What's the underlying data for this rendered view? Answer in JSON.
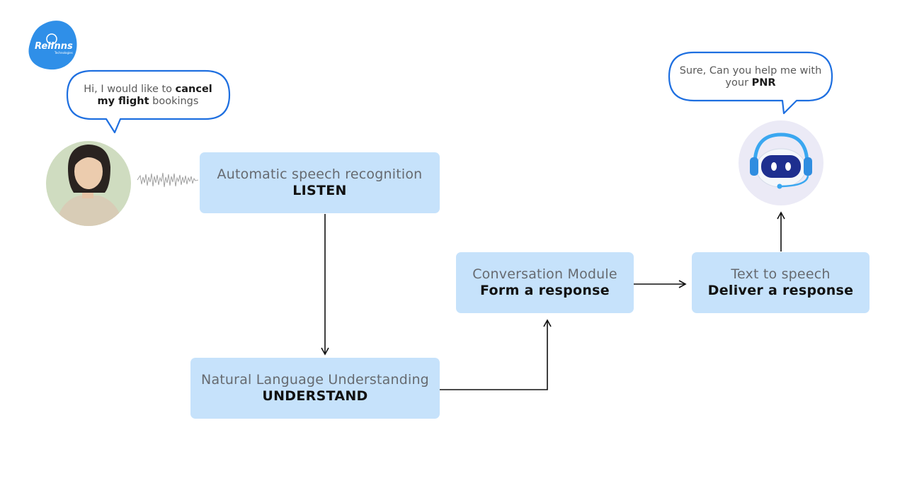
{
  "logo": {
    "name": "RelInns",
    "sub": "Technologies"
  },
  "user_bubble": {
    "part1": "Hi, I would like to ",
    "bold1": "cancel",
    "bold2": "my flight",
    "part2": " bookings"
  },
  "bot_bubble": {
    "line1": "Sure, Can you help me with",
    "part1": "your ",
    "bold1": "PNR"
  },
  "boxes": {
    "asr": {
      "title": "Automatic speech recognition",
      "action": "LISTEN"
    },
    "nlu": {
      "title": "Natural Language Understanding",
      "action": "UNDERSTAND"
    },
    "conv": {
      "title": "Conversation Module",
      "action": "Form a response"
    },
    "tts": {
      "title": "Text to speech",
      "action": "Deliver a response"
    }
  },
  "colors": {
    "box": "#c6e2fb",
    "bubble_stroke": "#1e6fe0",
    "logo": "#2f8fe8",
    "robot_bg": "#ebeaf6"
  }
}
